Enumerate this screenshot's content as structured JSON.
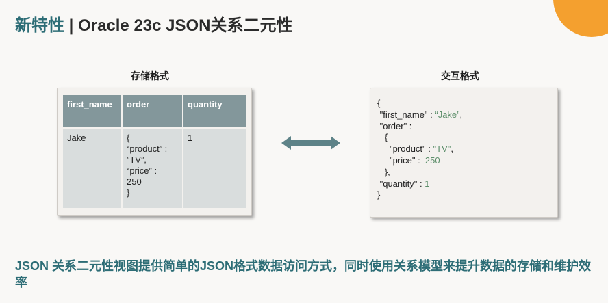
{
  "title": {
    "accent": "新特性",
    "separator": " | ",
    "rest": "Oracle 23c JSON关系二元性"
  },
  "storage": {
    "label": "存储格式",
    "columns": [
      "first_name",
      "order",
      "quantity"
    ],
    "row": {
      "first_name": "Jake",
      "order": "{\n“product” :\n”TV”,\n“price” :\n250\n}",
      "quantity": "1"
    }
  },
  "interactive": {
    "label": "交互格式",
    "json": {
      "open": "{",
      "first_name_key": " \"first_name\" : ",
      "first_name_val": "“Jake”",
      "first_name_end": ",",
      "order_key": " \"order\" :",
      "order_open": "   {",
      "product_key": "     \"product\" : ",
      "product_val": "\"TV\"",
      "product_end": ",",
      "price_key": "     \"price\" :  ",
      "price_val": "250",
      "order_close": "   },",
      "quantity_key": " \"quantity\" : ",
      "quantity_val": "1",
      "close": "}"
    }
  },
  "summary": "JSON 关系二元性视图提供简单的JSON格式数据访问方式，同时使用关系模型来提升数据的存储和维护效率",
  "colors": {
    "accent": "#2d6d76",
    "table_header": "#83979b",
    "table_cell": "#d9dddd",
    "json_string": "#5d8f6b",
    "arrow": "#5e8388",
    "corner": "#f4a02f"
  }
}
